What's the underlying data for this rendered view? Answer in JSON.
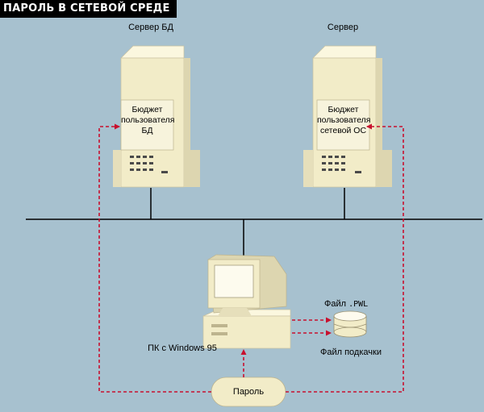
{
  "title": "ПАРОЛЬ В СЕТЕВОЙ СРЕДЕ",
  "servers": [
    {
      "name": "Сервер БД",
      "box_lines": [
        "Бюджет",
        "пользователя",
        "БД"
      ]
    },
    {
      "name": "Сервер",
      "box_lines": [
        "Бюджет",
        "пользователя",
        "сетевой ОС"
      ]
    }
  ],
  "pc_label": "ПК с Windows 95",
  "file": {
    "prefix": "Файл",
    "ext": ".PWL"
  },
  "swap_label": "Файл подкачки",
  "password_label": "Пароль",
  "colors": {
    "background": "#a7c1cf",
    "title_bg": "#000000",
    "device": "#f2ecc8",
    "arrow": "#c8102e",
    "line": "#000000"
  }
}
